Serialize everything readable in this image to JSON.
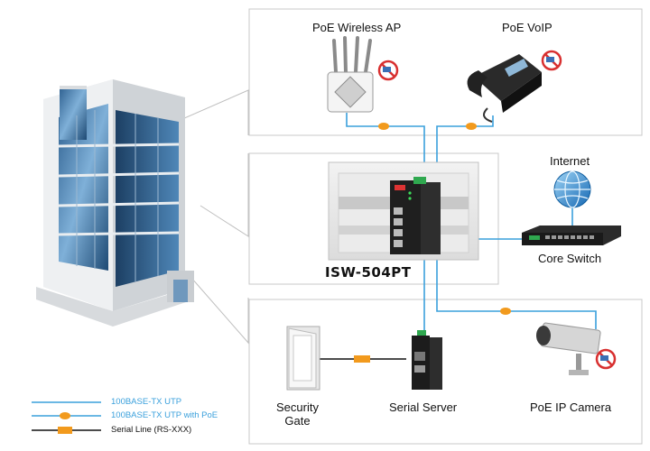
{
  "devices": {
    "wireless_ap": "PoE Wireless AP",
    "voip": "PoE VoIP",
    "internet": "Internet",
    "core_switch": "Core Switch",
    "security_gate": "Security\nGate",
    "serial_server": "Serial Server",
    "ip_camera": "PoE IP Camera",
    "switch_model": "ISW-504PT"
  },
  "legend": [
    {
      "label": "100BASE-TX UTP",
      "color": "#3aa0dc",
      "style": "utp"
    },
    {
      "label": "100BASE-TX UTP with PoE",
      "color": "#3aa0dc",
      "style": "poe"
    },
    {
      "label": "Serial Line (RS-XXX)",
      "color": "#111111",
      "style": "serial"
    }
  ],
  "colors": {
    "utp_line": "#3aa0dc",
    "poe_badge": "#f29a1d",
    "serial_line": "#111111",
    "panel_border": "#c8c8c8",
    "serial_badge": "#f29a1d"
  },
  "icons": [
    "building-icon",
    "wireless-ap-icon",
    "ip-phone-icon",
    "globe-icon",
    "core-switch-icon",
    "industrial-switch-icon",
    "door-icon",
    "serial-server-icon",
    "ip-camera-icon",
    "no-power-plug-icon"
  ]
}
